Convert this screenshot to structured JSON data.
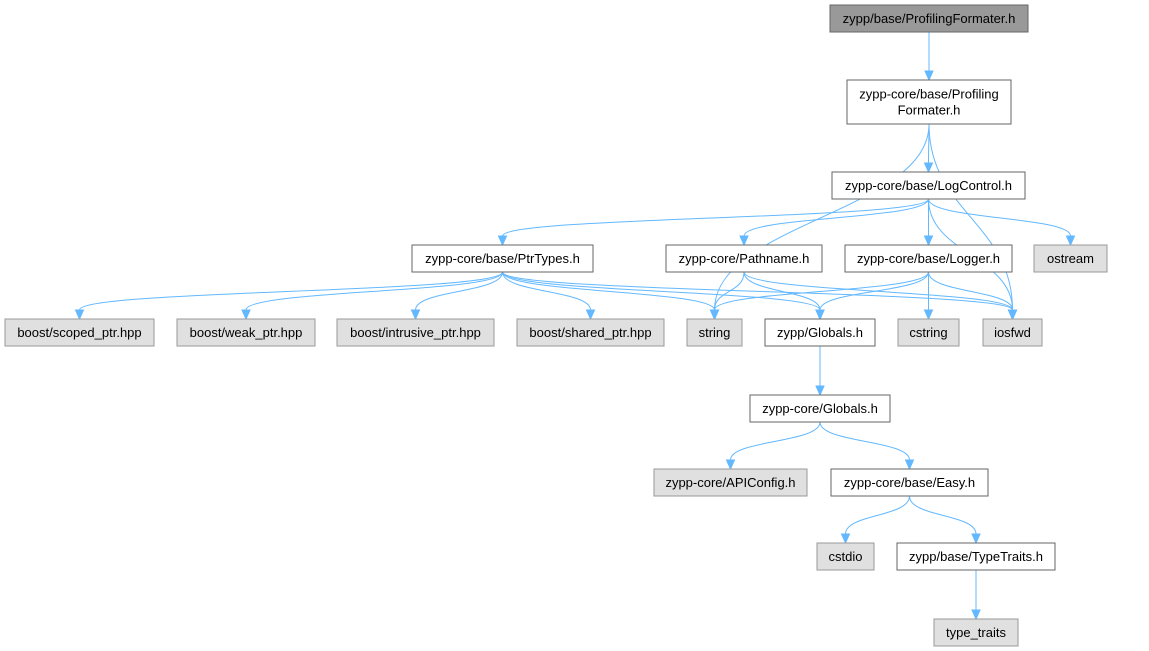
{
  "colors": {
    "root_fill": "#999999",
    "local_fill": "#ffffff",
    "external_fill": "#e0e0e0",
    "external_stroke": "#999999",
    "local_stroke": "#666666",
    "edge": "#63b8ff"
  },
  "nodes": [
    {
      "id": "profiling_formater_root",
      "lines": [
        "zypp/base/ProfilingFormater.h"
      ],
      "kind": "root"
    },
    {
      "id": "core_profiling_formater",
      "lines": [
        "zypp-core/base/Profiling",
        "Formater.h"
      ],
      "kind": "local"
    },
    {
      "id": "log_control",
      "lines": [
        "zypp-core/base/LogControl.h"
      ],
      "kind": "local"
    },
    {
      "id": "ptr_types",
      "lines": [
        "zypp-core/base/PtrTypes.h"
      ],
      "kind": "local"
    },
    {
      "id": "pathname",
      "lines": [
        "zypp-core/Pathname.h"
      ],
      "kind": "local"
    },
    {
      "id": "logger",
      "lines": [
        "zypp-core/base/Logger.h"
      ],
      "kind": "local"
    },
    {
      "id": "ostream",
      "lines": [
        "ostream"
      ],
      "kind": "external"
    },
    {
      "id": "scoped_ptr",
      "lines": [
        "boost/scoped_ptr.hpp"
      ],
      "kind": "external"
    },
    {
      "id": "weak_ptr",
      "lines": [
        "boost/weak_ptr.hpp"
      ],
      "kind": "external"
    },
    {
      "id": "intrusive_ptr",
      "lines": [
        "boost/intrusive_ptr.hpp"
      ],
      "kind": "external"
    },
    {
      "id": "shared_ptr",
      "lines": [
        "boost/shared_ptr.hpp"
      ],
      "kind": "external"
    },
    {
      "id": "string",
      "lines": [
        "string"
      ],
      "kind": "external"
    },
    {
      "id": "zypp_globals",
      "lines": [
        "zypp/Globals.h"
      ],
      "kind": "local"
    },
    {
      "id": "cstring",
      "lines": [
        "cstring"
      ],
      "kind": "external"
    },
    {
      "id": "iosfwd",
      "lines": [
        "iosfwd"
      ],
      "kind": "external"
    },
    {
      "id": "core_globals",
      "lines": [
        "zypp-core/Globals.h"
      ],
      "kind": "local"
    },
    {
      "id": "api_config",
      "lines": [
        "zypp-core/APIConfig.h"
      ],
      "kind": "external"
    },
    {
      "id": "easy",
      "lines": [
        "zypp-core/base/Easy.h"
      ],
      "kind": "local"
    },
    {
      "id": "cstdio",
      "lines": [
        "cstdio"
      ],
      "kind": "external"
    },
    {
      "id": "type_traits_h",
      "lines": [
        "zypp/base/TypeTraits.h"
      ],
      "kind": "local"
    },
    {
      "id": "type_traits",
      "lines": [
        "type_traits"
      ],
      "kind": "external"
    }
  ],
  "edges": [
    [
      "profiling_formater_root",
      "core_profiling_formater"
    ],
    [
      "core_profiling_formater",
      "log_control"
    ],
    [
      "core_profiling_formater",
      "string"
    ],
    [
      "core_profiling_formater",
      "iosfwd"
    ],
    [
      "log_control",
      "ptr_types"
    ],
    [
      "log_control",
      "pathname"
    ],
    [
      "log_control",
      "logger"
    ],
    [
      "log_control",
      "ostream"
    ],
    [
      "log_control",
      "iosfwd"
    ],
    [
      "ptr_types",
      "scoped_ptr"
    ],
    [
      "ptr_types",
      "weak_ptr"
    ],
    [
      "ptr_types",
      "intrusive_ptr"
    ],
    [
      "ptr_types",
      "shared_ptr"
    ],
    [
      "ptr_types",
      "string"
    ],
    [
      "ptr_types",
      "zypp_globals"
    ],
    [
      "ptr_types",
      "iosfwd"
    ],
    [
      "pathname",
      "string"
    ],
    [
      "pathname",
      "zypp_globals"
    ],
    [
      "pathname",
      "iosfwd"
    ],
    [
      "logger",
      "string"
    ],
    [
      "logger",
      "zypp_globals"
    ],
    [
      "logger",
      "cstring"
    ],
    [
      "logger",
      "iosfwd"
    ],
    [
      "zypp_globals",
      "core_globals"
    ],
    [
      "core_globals",
      "api_config"
    ],
    [
      "core_globals",
      "easy"
    ],
    [
      "easy",
      "cstdio"
    ],
    [
      "easy",
      "type_traits_h"
    ],
    [
      "type_traits_h",
      "type_traits"
    ]
  ]
}
